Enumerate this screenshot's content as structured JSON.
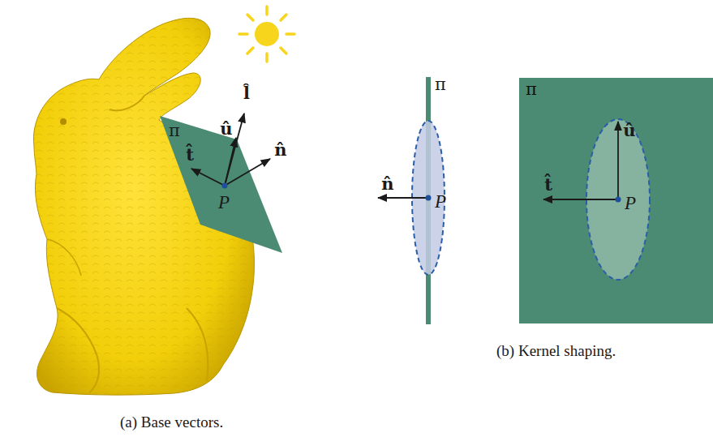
{
  "diagram": {
    "labels": [
      "π",
      "û",
      "l̂",
      "t̂",
      "n̂",
      "P",
      "(a) Base vectors.",
      "π",
      "n̂",
      "P",
      "π",
      "û",
      "t̂",
      "P",
      "(b) Kernel shaping."
    ]
  }
}
